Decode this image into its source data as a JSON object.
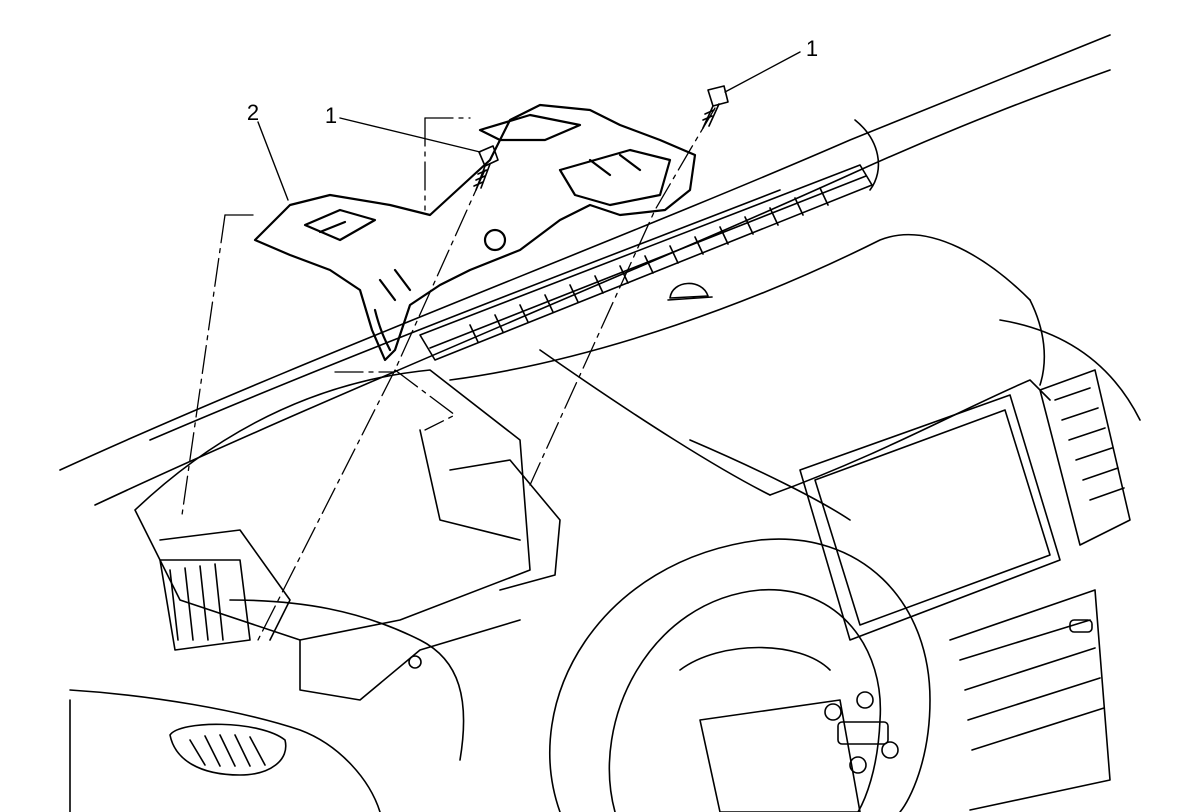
{
  "callouts": [
    {
      "id": "screw-right",
      "label": "1"
    },
    {
      "id": "screw-left",
      "label": "1"
    },
    {
      "id": "bracket",
      "label": "2"
    }
  ],
  "colors": {
    "line": "#000000",
    "background": "#ffffff"
  }
}
